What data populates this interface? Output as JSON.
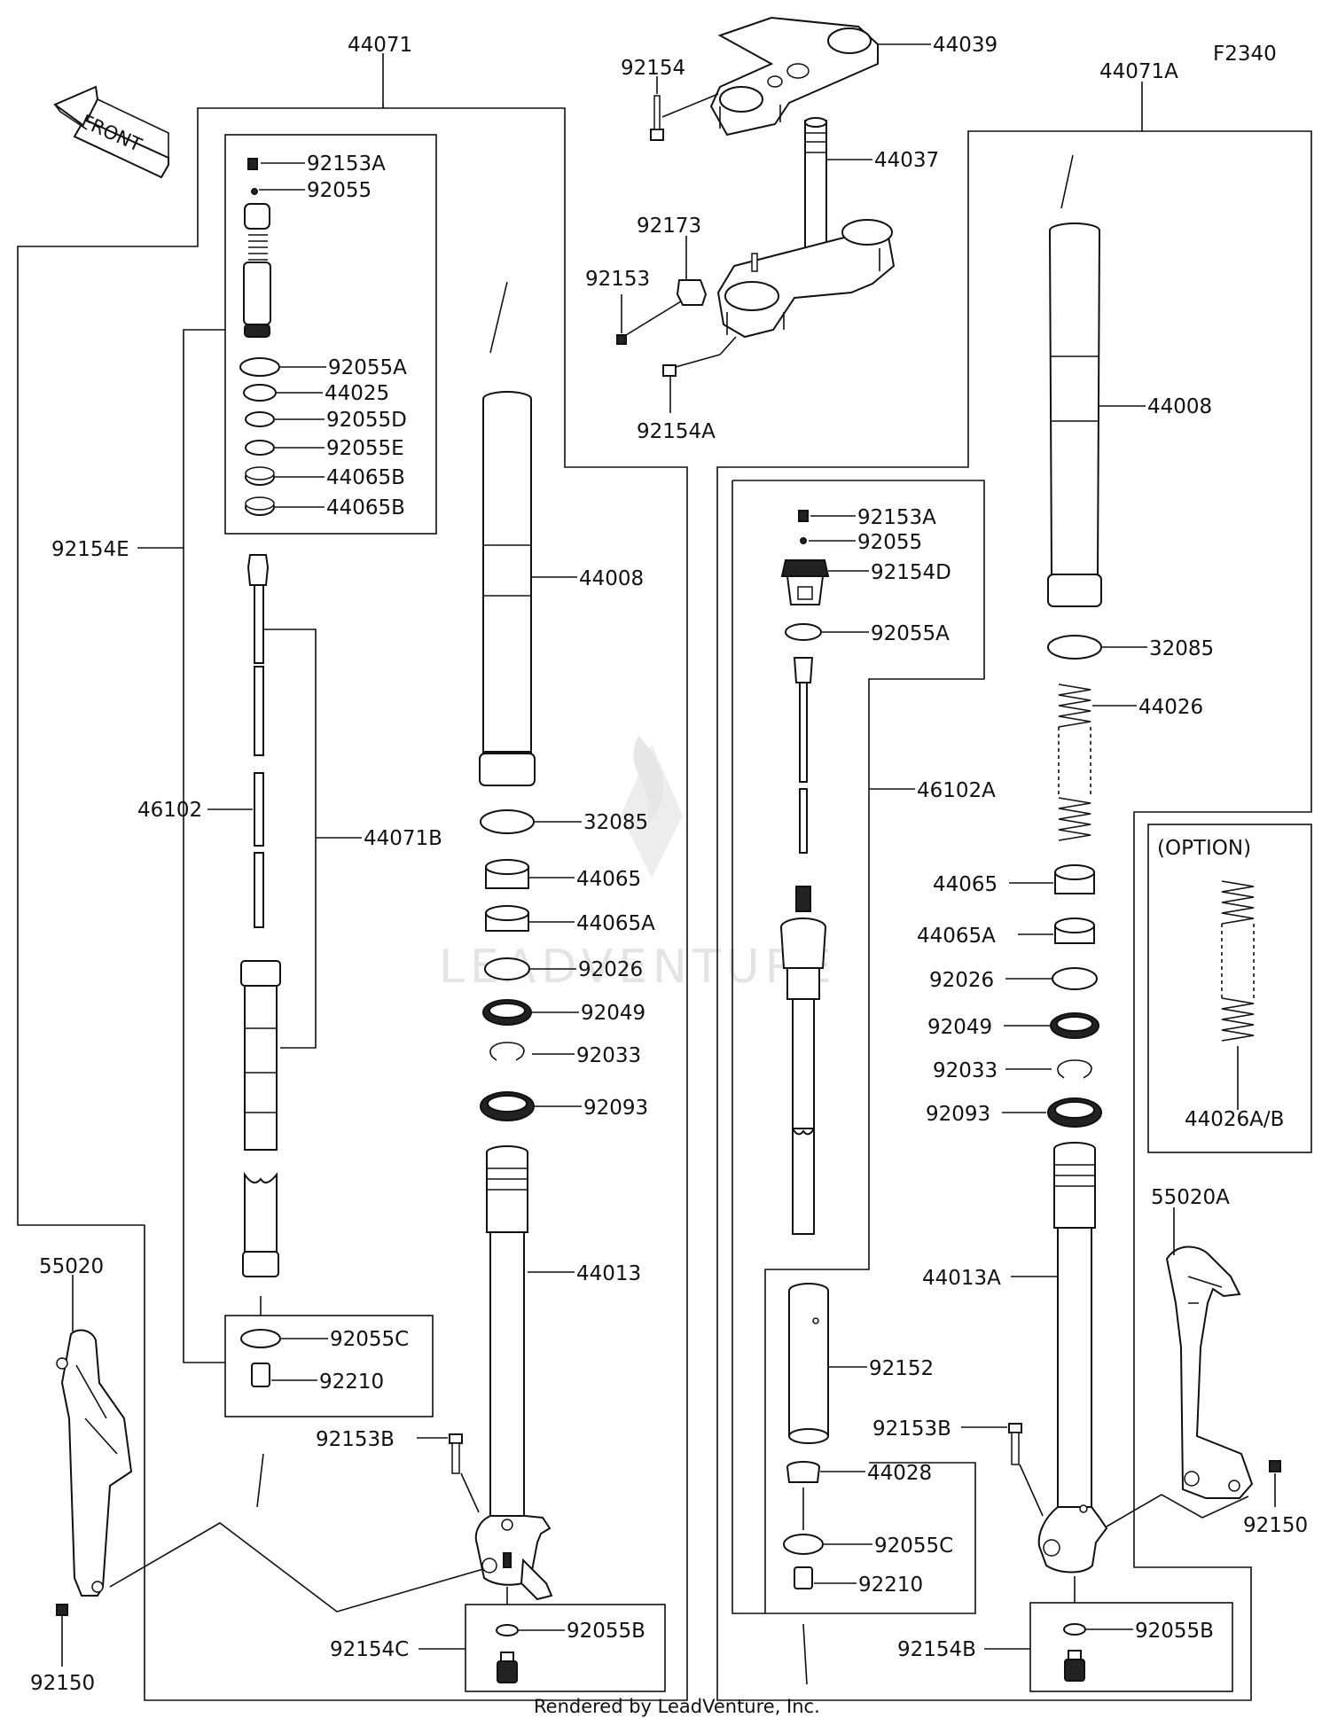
{
  "diagram": {
    "code": "F2340",
    "front_label": "FRONT",
    "option_label": "(OPTION)",
    "footer": "Rendered by LeadVenture, Inc.",
    "watermark": "LEADVENTURE"
  },
  "labels": {
    "l44071": "44071",
    "l92154_top": "92154",
    "l44039": "44039",
    "l44071A": "44071A",
    "l44037": "44037",
    "l92173": "92173",
    "l92153": "92153",
    "l92154A": "92154A",
    "l92153A_l": "92153A",
    "l92055_l": "92055",
    "l92055A_l": "92055A",
    "l44025": "44025",
    "l92055D": "92055D",
    "l92055E": "92055E",
    "l44065B_1": "44065B",
    "l44065B_2": "44065B",
    "l92154E": "92154E",
    "l46102": "46102",
    "l44071B": "44071B",
    "l44008_l": "44008",
    "l32085_l": "32085",
    "l44065_l": "44065",
    "l44065A_l": "44065A",
    "l92026_l": "92026",
    "l92049_l": "92049",
    "l92033_l": "92033",
    "l92093_l": "92093",
    "l44013": "44013",
    "l55020": "55020",
    "l92055C_l": "92055C",
    "l92210_l": "92210",
    "l92153B_l": "92153B",
    "l92154C": "92154C",
    "l92055B_l": "92055B",
    "l92150_l": "92150",
    "l92153A_r": "92153A",
    "l92055_r": "92055",
    "l92154D": "92154D",
    "l92055A_r": "92055A",
    "l46102A": "46102A",
    "l92152": "92152",
    "l44028": "44028",
    "l92055C_r": "92055C",
    "l92210_r": "92210",
    "l44008_r": "44008",
    "l32085_r": "32085",
    "l44026": "44026",
    "l44065_r": "44065",
    "l44065A_r": "44065A",
    "l92026_r": "92026",
    "l92049_r": "92049",
    "l92033_r": "92033",
    "l92093_r": "92093",
    "l44013A": "44013A",
    "l92153B_r": "92153B",
    "l92154B": "92154B",
    "l92055B_r": "92055B",
    "l55020A": "55020A",
    "l92150_r": "92150",
    "l44026AB": "44026A/B"
  }
}
